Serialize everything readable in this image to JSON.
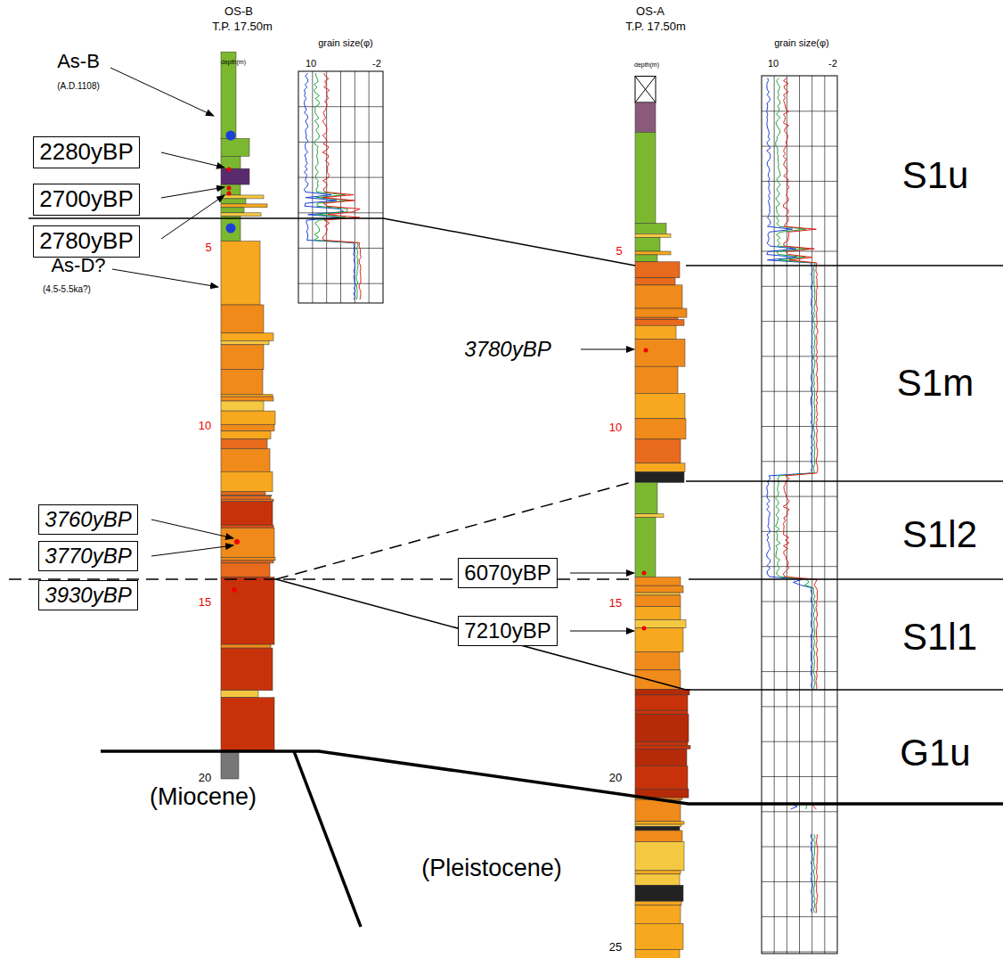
{
  "diagram": {
    "nodes": [
      {
        "text": [
          "2280yBP"
        ]
      },
      {
        "text": [
          "2700yBP"
        ]
      },
      {
        "text": [
          "2780yBP"
        ]
      },
      {
        "text": [
          "3760yBP"
        ]
      },
      {
        "text": [
          "3770yBP"
        ]
      },
      {
        "text": [
          "3930yBP"
        ]
      },
      {
        "text": [
          "6070yBP"
        ]
      },
      {
        "text": [
          "7210yBP"
        ]
      }
    ],
    "labels": [
      "OS-B",
      "T.P. 17.50m",
      "grain size(φ)",
      "10",
      "-2",
      "depth(m)",
      "As-B",
      "(A.D.1108)",
      "5",
      "As-D?",
      "(4.5-5.5ka?)",
      "10",
      "15",
      "20",
      "(Miocene)",
      "OS-A",
      "T.P. 17.50m",
      "grain size(φ)",
      "10",
      "-2",
      "depth(m)",
      "5",
      "3780yBP",
      "10",
      "15",
      "20",
      "25",
      "(Pleistocene)",
      "S1u",
      "S1m",
      "S1l2",
      "S1l1",
      "G1u"
    ]
  }
}
